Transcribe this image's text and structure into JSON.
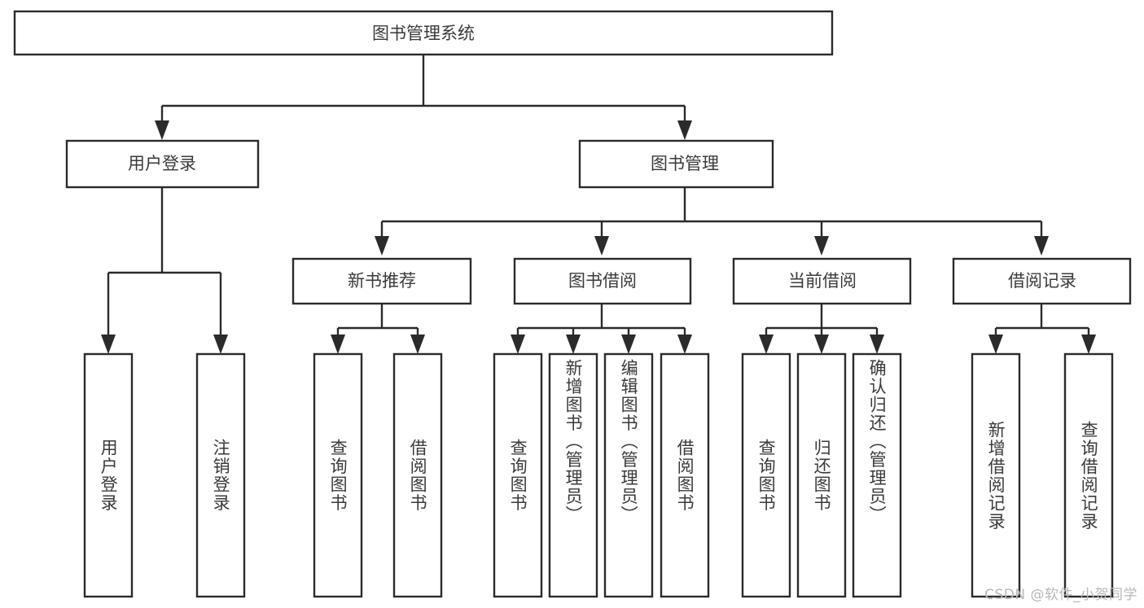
{
  "diagram": {
    "title": "图书管理系统",
    "type": "hierarchy-tree",
    "watermark": "CSDN @软件_小贺同学",
    "colors": {
      "background": "#ffffff",
      "box_fill": "#ffffff",
      "box_stroke": "#2b2b2b",
      "text": "#3a3a3a",
      "connector": "#2b2b2b",
      "watermark": "#b8b8b8"
    },
    "root": {
      "id": "root",
      "label": "图书管理系统"
    },
    "level2": [
      {
        "id": "user-login",
        "label": "用户登录"
      },
      {
        "id": "book-manage",
        "label": "图书管理"
      }
    ],
    "level3": [
      {
        "id": "new-book-recommend",
        "label": "新书推荐",
        "parent": "book-manage"
      },
      {
        "id": "book-borrow",
        "label": "图书借阅",
        "parent": "book-manage"
      },
      {
        "id": "current-borrow",
        "label": "当前借阅",
        "parent": "book-manage"
      },
      {
        "id": "borrow-record",
        "label": "借阅记录",
        "parent": "book-manage"
      }
    ],
    "leaves": [
      {
        "id": "leaf-user-login",
        "label": "用户登录",
        "parent": "user-login"
      },
      {
        "id": "leaf-user-logout",
        "label": "注销登录",
        "parent": "user-login"
      },
      {
        "id": "leaf-query-book-1",
        "label": "查询图书",
        "parent": "new-book-recommend"
      },
      {
        "id": "leaf-borrow-book-1",
        "label": "借阅图书",
        "parent": "new-book-recommend"
      },
      {
        "id": "leaf-query-book-2",
        "label": "查询图书",
        "parent": "book-borrow"
      },
      {
        "id": "leaf-add-book",
        "label": "新增图书（管理员）",
        "parent": "book-borrow"
      },
      {
        "id": "leaf-edit-book",
        "label": "编辑图书（管理员）",
        "parent": "book-borrow"
      },
      {
        "id": "leaf-borrow-book-2",
        "label": "借阅图书",
        "parent": "book-borrow"
      },
      {
        "id": "leaf-query-book-3",
        "label": "查询图书",
        "parent": "current-borrow"
      },
      {
        "id": "leaf-return-book",
        "label": "归还图书",
        "parent": "current-borrow"
      },
      {
        "id": "leaf-confirm-return",
        "label": "确认归还（管理员）",
        "parent": "current-borrow"
      },
      {
        "id": "leaf-add-record",
        "label": "新增借阅记录",
        "parent": "borrow-record"
      },
      {
        "id": "leaf-query-record",
        "label": "查询借阅记录",
        "parent": "borrow-record"
      }
    ]
  }
}
